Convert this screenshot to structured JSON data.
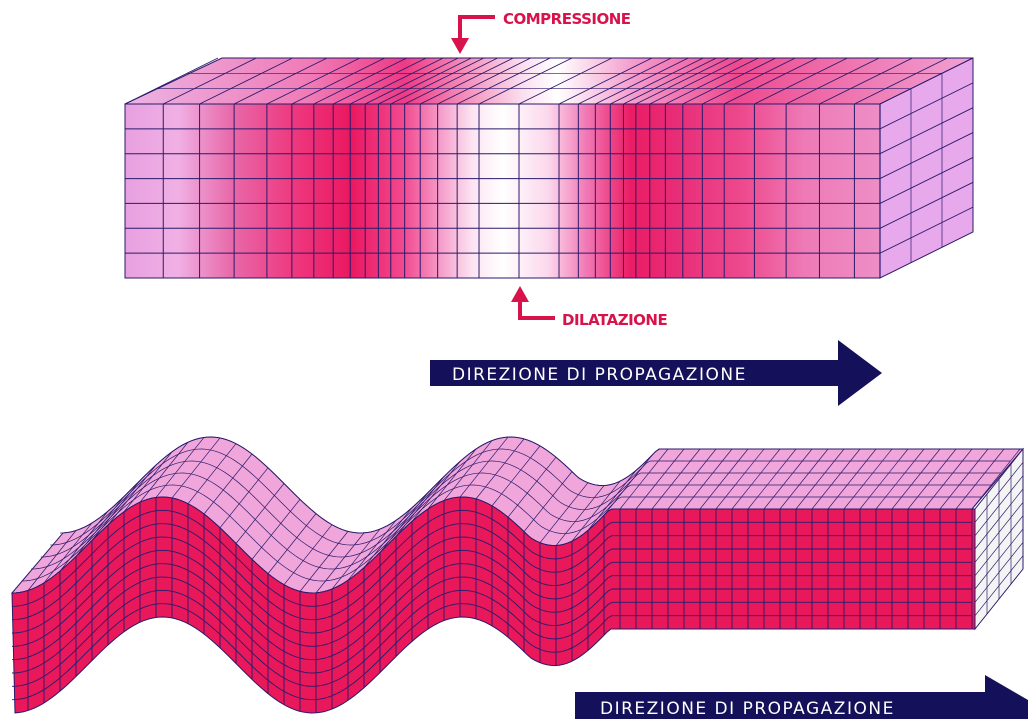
{
  "labels": {
    "compression": "COMPRESSIONE",
    "dilatation": "DILATAZIONE",
    "direction_top": "DIREZIONE DI PROPAGAZIONE",
    "direction_bottom": "DIREZIONE DI PROPAGAZIONE"
  },
  "colors": {
    "magenta": "#e8185a",
    "pink_light": "#f0a0d8",
    "pink_mid": "#e23a82",
    "lavender": "#e8a8ec",
    "grid_line": "#2a1a6a",
    "navy": "#14105a",
    "red_label": "#d8124a"
  }
}
